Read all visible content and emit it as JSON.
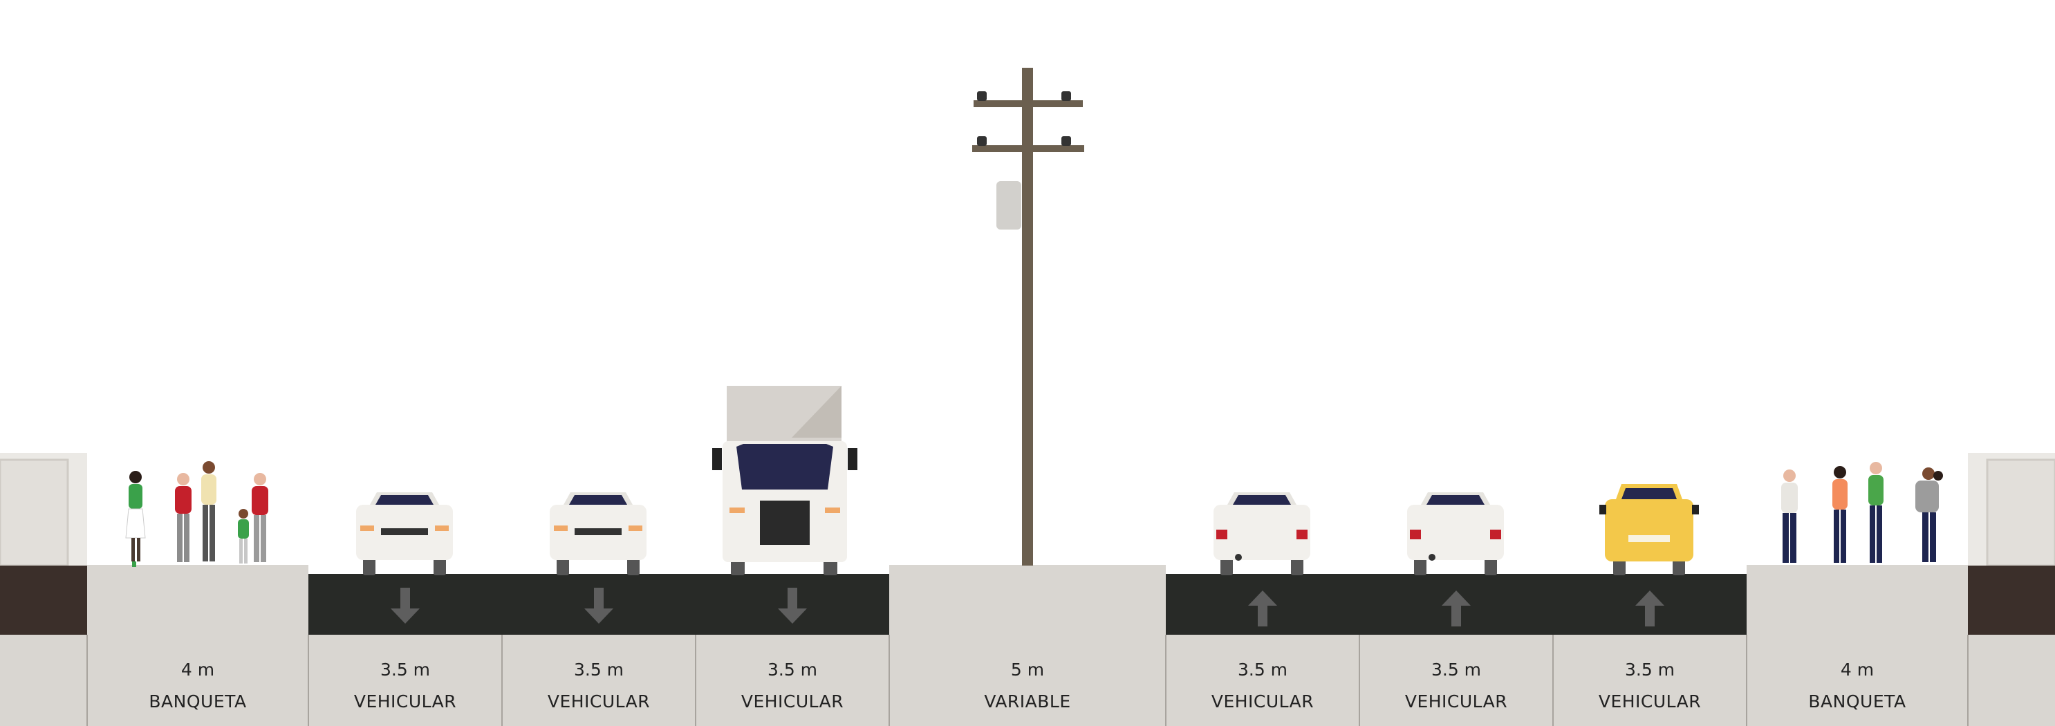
{
  "colors": {
    "sky": "#ffffff",
    "sidewalk": "#d9d6d1",
    "road": "#282a27",
    "label_band": "#d9d6d1",
    "divider": "#a8a49e",
    "curb": "#3b2f2a",
    "arrow": "#5e5e5e",
    "pole": "#6b5f4f"
  },
  "segments": [
    {
      "width": "4 m",
      "name": "BANQUETA",
      "kind": "sidewalk"
    },
    {
      "width": "3.5 m",
      "name": "VEHICULAR",
      "kind": "lane",
      "direction": "inbound",
      "vehicle": "car"
    },
    {
      "width": "3.5 m",
      "name": "VEHICULAR",
      "kind": "lane",
      "direction": "inbound",
      "vehicle": "car"
    },
    {
      "width": "3.5 m",
      "name": "VEHICULAR",
      "kind": "lane",
      "direction": "inbound",
      "vehicle": "truck"
    },
    {
      "width": "5 m",
      "name": "VARIABLE",
      "kind": "median",
      "object": "utility-pole"
    },
    {
      "width": "3.5 m",
      "name": "VEHICULAR",
      "kind": "lane",
      "direction": "outbound",
      "vehicle": "car"
    },
    {
      "width": "3.5 m",
      "name": "VEHICULAR",
      "kind": "lane",
      "direction": "outbound",
      "vehicle": "car"
    },
    {
      "width": "3.5 m",
      "name": "VEHICULAR",
      "kind": "lane",
      "direction": "outbound",
      "vehicle": "taxi"
    },
    {
      "width": "4 m",
      "name": "BANQUETA",
      "kind": "sidewalk"
    }
  ]
}
